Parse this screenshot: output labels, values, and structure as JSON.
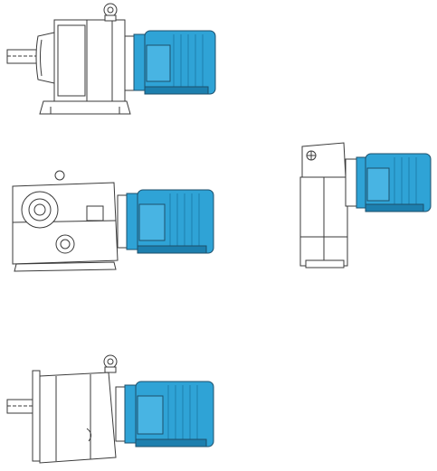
{
  "colors": {
    "motor": "#2fa3d6",
    "motor_dark": "#1d7fae",
    "outline": "#3a3a3a",
    "housing": "#ffffff",
    "shadow": "#d8d8d8"
  },
  "drawings": [
    {
      "name": "helical-inline-gearmotor",
      "icon": "gearmotor-icon"
    },
    {
      "name": "helical-bevel-gearmotor",
      "icon": "gearmotor-icon"
    },
    {
      "name": "parallel-shaft-gearmotor",
      "icon": "gearmotor-icon"
    },
    {
      "name": "flange-mounted-gearmotor",
      "icon": "gearmotor-icon"
    }
  ]
}
